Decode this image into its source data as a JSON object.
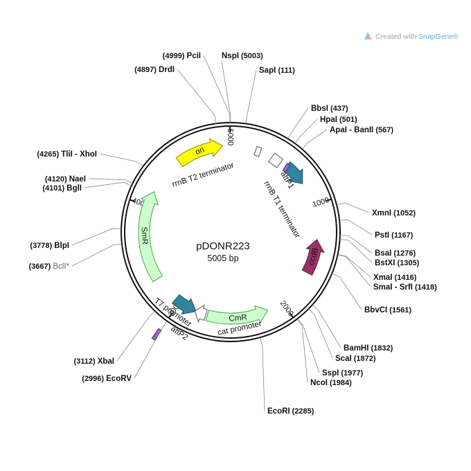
{
  "watermark": {
    "prefix": "Created with ",
    "brand": "SnapGene",
    "suffix": "®"
  },
  "plasmid": {
    "name": "pDONR223",
    "length_label": "5005 bp",
    "length": 5005
  },
  "ticks": [
    {
      "pos": 1000,
      "label": "1000"
    },
    {
      "pos": 2000,
      "label": "2000"
    },
    {
      "pos": 3000,
      "label": "3000"
    },
    {
      "pos": 4000,
      "label": "4000"
    },
    {
      "pos": 5000,
      "label": "5000"
    }
  ],
  "features": [
    {
      "id": "ori",
      "label": "ori",
      "start": 4500,
      "end": 4930,
      "dir": 1,
      "color": "#ffff00",
      "stroke": "#8a8a00"
    },
    {
      "id": "SmR",
      "label": "SmR",
      "start": 3300,
      "end": 4140,
      "dir": 1,
      "color": "#ccffcc",
      "stroke": "#4aa04a"
    },
    {
      "id": "CmR",
      "label": "CmR",
      "start": 2150,
      "end": 2720,
      "dir": -1,
      "color": "#ccffcc",
      "stroke": "#4aa04a"
    },
    {
      "id": "ccdB",
      "label": "ccdB",
      "start": 1320,
      "end": 1640,
      "dir": -1,
      "color": "#993366",
      "stroke": "#5a1f3d"
    },
    {
      "id": "attP1",
      "label": "attP1",
      "start": 560,
      "end": 780,
      "dir": 1,
      "color": "#31849b",
      "stroke": "#1d5060"
    },
    {
      "id": "attP2",
      "label": "attP2",
      "start": 2830,
      "end": 3050,
      "dir": -1,
      "color": "#31849b",
      "stroke": "#1d5060"
    },
    {
      "id": "cat-promoter",
      "label": "cat promoter",
      "start": 2735,
      "end": 2840,
      "dir": 1,
      "color": "#ffffff",
      "stroke": "#555555"
    }
  ],
  "labels": {
    "rrnB_T2": "rrnB T2 terminator",
    "rrnB_T1": "rrnB T1 terminator",
    "T7": "T7 promoter"
  },
  "sites": [
    {
      "name": "NspI",
      "pos": "(5003)",
      "loc": 5003
    },
    {
      "name": "SapI",
      "pos": "(111)",
      "loc": 111
    },
    {
      "name": "BbsI",
      "pos": "(437)",
      "loc": 437
    },
    {
      "name": "HpaI",
      "pos": "(501)",
      "loc": 501
    },
    {
      "name": "ApaI - BanII",
      "pos": "(567)",
      "loc": 567
    },
    {
      "name": "XmnI",
      "pos": "(1052)",
      "loc": 1052
    },
    {
      "name": "PstI",
      "pos": "(1167)",
      "loc": 1167
    },
    {
      "name": "BsaI",
      "pos": "(1276)",
      "loc": 1276
    },
    {
      "name": "BstXI",
      "pos": "(1305)",
      "loc": 1305
    },
    {
      "name": "XmaI",
      "pos": "(1416)",
      "loc": 1416
    },
    {
      "name": "SmaI - SrfI",
      "pos": "(1418)",
      "loc": 1418
    },
    {
      "name": "BbvCI",
      "pos": "(1561)",
      "loc": 1561
    },
    {
      "name": "BamHI",
      "pos": "(1832)",
      "loc": 1832
    },
    {
      "name": "ScaI",
      "pos": "(1872)",
      "loc": 1872
    },
    {
      "name": "SspI",
      "pos": "(1977)",
      "loc": 1977
    },
    {
      "name": "NcoI",
      "pos": "(1984)",
      "loc": 1984
    },
    {
      "name": "EcoRI",
      "pos": "(2285)",
      "loc": 2285
    },
    {
      "name": "EcoRV",
      "pos": "(2996)",
      "loc": 2996
    },
    {
      "name": "XbaI",
      "pos": "(3112)",
      "loc": 3112
    },
    {
      "name": "BclI*",
      "pos": "(3667)",
      "loc": 3667,
      "dim": true
    },
    {
      "name": "BlpI",
      "pos": "(3778)",
      "loc": 3778
    },
    {
      "name": "BglI",
      "pos": "(4101)",
      "loc": 4101
    },
    {
      "name": "NaeI",
      "pos": "(4120)",
      "loc": 4120
    },
    {
      "name": "TliI - XhoI",
      "pos": "(4265)",
      "loc": 4265
    },
    {
      "name": "DrdI",
      "pos": "(4897)",
      "loc": 4897
    },
    {
      "name": "PciI",
      "pos": "(4999)",
      "loc": 4999
    }
  ]
}
